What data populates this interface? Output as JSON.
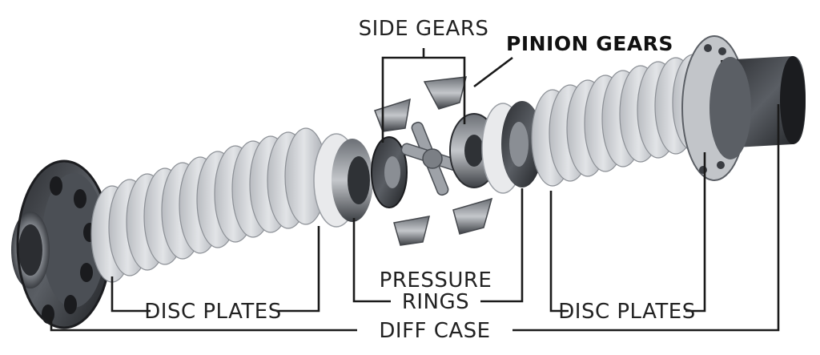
{
  "labels": {
    "side_gears": "SIDE GEARS",
    "pinion_gears": "PINION GEARS",
    "pressure_line1": "PRESSURE",
    "pressure_line2": "RINGS",
    "disc_plates_left": "DISC PLATES",
    "disc_plates_right": "DISC PLATES",
    "diff_case": "DIFF CASE"
  },
  "colors": {
    "text": "#222222",
    "leader": "#1a1a1a",
    "metal_dark": "#3a3d42",
    "metal_mid": "#8a8e94",
    "metal_light": "#c9ccd0",
    "disc_face": "#d6d8dc",
    "flange": "#9ea2a8"
  },
  "parts": [
    "diff-case-left",
    "disc-plates-left",
    "pressure-ring-left",
    "side-gear-left",
    "pinion-gears",
    "cross-shaft",
    "side-gear-right",
    "pressure-ring-right",
    "disc-plates-right",
    "diff-case-right"
  ]
}
